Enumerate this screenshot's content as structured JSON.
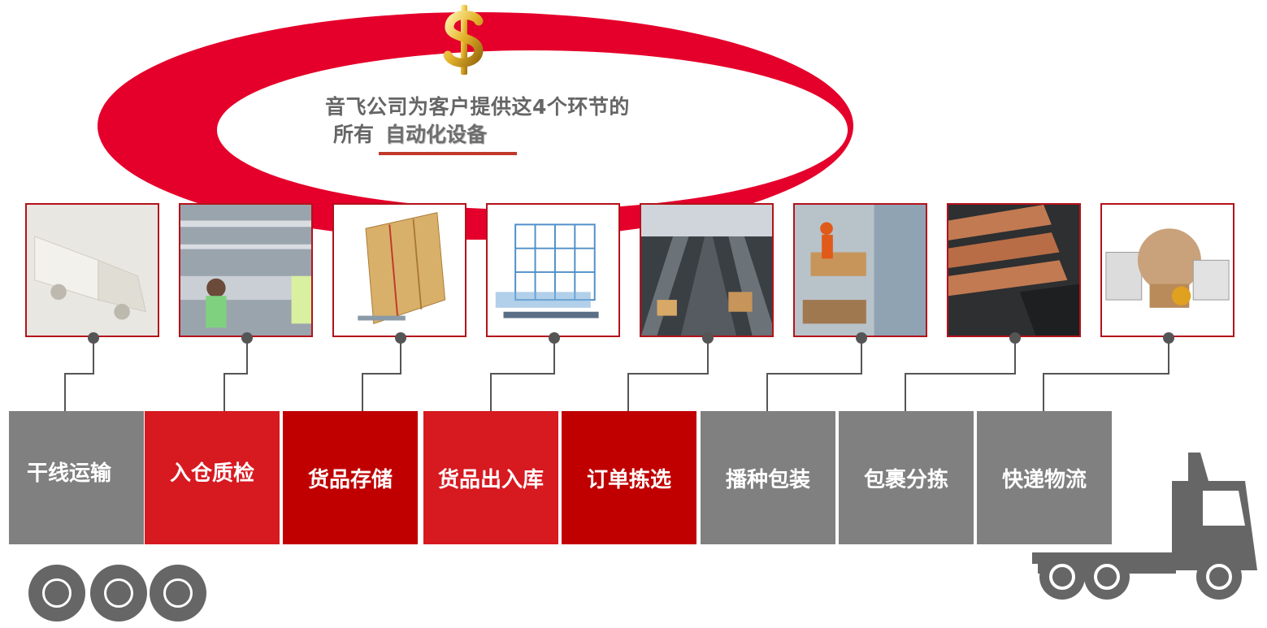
{
  "headline": {
    "line1": "音飞公司为客户提供这4个环节的",
    "line2_prefix": "所有",
    "line2_highlight": "自动化设备"
  },
  "colors": {
    "ring_red": "#e4002b",
    "gray_step": "#808080",
    "red_step": "#d71920",
    "dark_red_step": "#c00000",
    "frame_red": "#b4121b",
    "connector": "#555555"
  },
  "icons": {
    "top": "dollar-sign-icon",
    "bottom_left": "wheels-icon",
    "bottom_right": "truck-cab-icon"
  },
  "steps": [
    {
      "label": "干线运输",
      "color": "gray",
      "image": "delivery-truck-model"
    },
    {
      "label": "入仓质检",
      "color": "red",
      "image": "warehouse-workers-inspection"
    },
    {
      "label": "货品存储",
      "color": "dark_red",
      "image": "pallet-racking"
    },
    {
      "label": "货品出入库",
      "color": "red",
      "image": "automated-storage-system"
    },
    {
      "label": "订单拣选",
      "color": "dark_red",
      "image": "conveyor-lines"
    },
    {
      "label": "播种包装",
      "color": "gray",
      "image": "packing-station"
    },
    {
      "label": "包裹分拣",
      "color": "gray",
      "image": "sorting-chutes"
    },
    {
      "label": "快递物流",
      "color": "gray",
      "image": "globe-parcels-vans"
    }
  ]
}
